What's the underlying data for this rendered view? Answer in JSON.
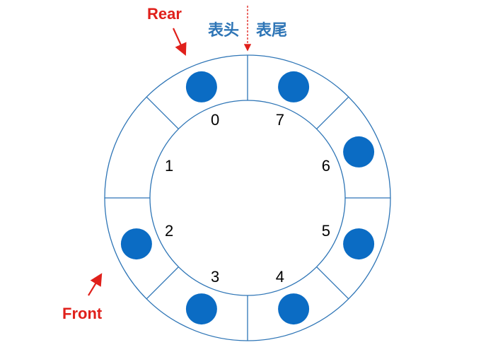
{
  "labels": {
    "rear": "Rear",
    "front": "Front",
    "head": "表头",
    "tail": "表尾"
  },
  "slots": [
    {
      "index": "0",
      "filled": true
    },
    {
      "index": "1",
      "filled": false
    },
    {
      "index": "2",
      "filled": true
    },
    {
      "index": "3",
      "filled": true
    },
    {
      "index": "4",
      "filled": true
    },
    {
      "index": "5",
      "filled": true
    },
    {
      "index": "6",
      "filled": true
    },
    {
      "index": "7",
      "filled": true
    }
  ],
  "colors": {
    "ring": "#2e75b6",
    "dot": "#0b6cc4",
    "pointer": "#e0201b",
    "head_tail": "#2e75b6"
  }
}
